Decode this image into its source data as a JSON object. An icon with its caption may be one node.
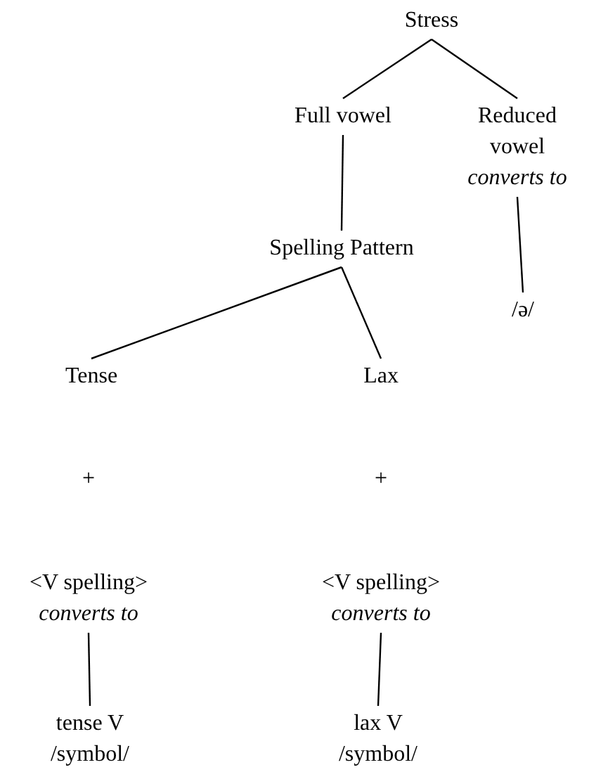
{
  "diagram": {
    "nodes": [
      {
        "text": [
          "Stress"
        ]
      },
      {
        "text": [
          "Full vowel"
        ]
      },
      {
        "text": [
          "Reduced vowel",
          "converts to"
        ]
      },
      {
        "text": [
          "/ə/"
        ]
      },
      {
        "text": [
          "Spelling Pattern"
        ]
      },
      {
        "text": [
          "Tense"
        ]
      },
      {
        "text": [
          "Lax"
        ]
      },
      {
        "text": [
          "<V spelling>",
          "converts to"
        ]
      },
      {
        "text": [
          "<V spelling>",
          "converts to"
        ]
      },
      {
        "text": [
          "tense V",
          "/symbol/"
        ]
      },
      {
        "text": [
          "lax V",
          "/symbol/"
        ]
      }
    ],
    "edges": [
      {
        "from": 0,
        "to": 1,
        "arrow": "none"
      },
      {
        "from": 0,
        "to": 2,
        "arrow": "none"
      },
      {
        "from": 1,
        "to": 4,
        "arrow": "none"
      },
      {
        "from": 2,
        "to": 3,
        "arrow": "none"
      },
      {
        "from": 4,
        "to": 5,
        "arrow": "none"
      },
      {
        "from": 4,
        "to": 6,
        "arrow": "none"
      },
      {
        "from": 7,
        "to": 9,
        "arrow": "none"
      },
      {
        "from": 8,
        "to": 10,
        "arrow": "none"
      }
    ],
    "labels": [
      "+",
      "+"
    ]
  }
}
